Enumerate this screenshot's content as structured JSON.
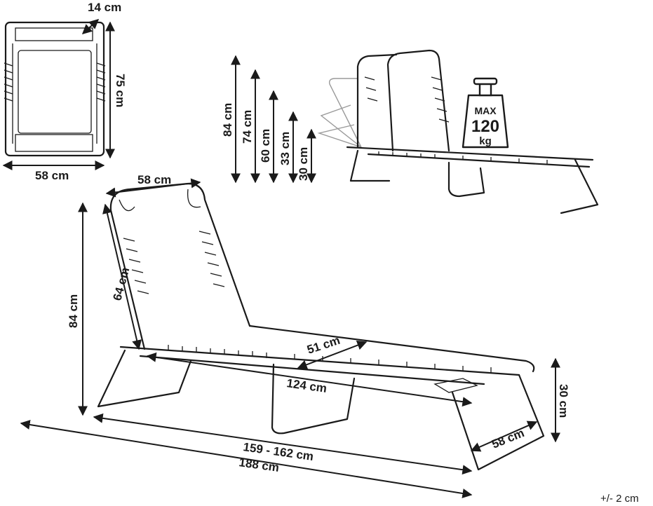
{
  "dimensions": {
    "top_view_depth": "14 cm",
    "top_view_length": "75 cm",
    "top_view_width": "58 cm",
    "heights": [
      "84 cm",
      "74 cm",
      "60 cm",
      "33 cm",
      "30 cm"
    ],
    "backrest_width": "58 cm",
    "backrest_length": "64 cm",
    "total_height": "84 cm",
    "seat_width": "51 cm",
    "lying_length": "124 cm",
    "seat_height": "30 cm",
    "leg_width": "58 cm",
    "length_range": "159 - 162 cm",
    "total_length": "188 cm",
    "tolerance": "+/- 2 cm"
  },
  "max_load": {
    "label": "MAX",
    "value": "120",
    "unit": "kg"
  }
}
